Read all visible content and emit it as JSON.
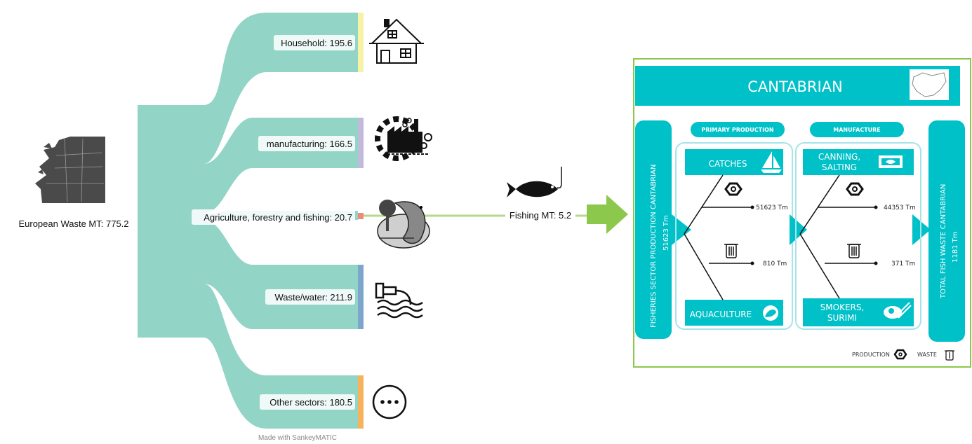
{
  "sankey": {
    "source": {
      "label": "European Waste MT: 775.2",
      "value": 775.2
    },
    "nodes": [
      {
        "label": "Household: 195.6",
        "value": 195.6,
        "color": "#f6f3a6",
        "icon": "house-icon"
      },
      {
        "label": "manufacturing: 166.5",
        "value": 166.5,
        "color": "#c2badb",
        "icon": "factory-gear-icon"
      },
      {
        "label": "Agriculture, forestry and fishing: 20.7",
        "value": 20.7,
        "color": "#ef8a7a",
        "icon": "tree-fish-icon"
      },
      {
        "label": "Waste/water: 211.9",
        "value": 211.9,
        "color": "#7ea6cc",
        "icon": "waste-water-pipe-icon"
      },
      {
        "label": "Other sectors: 180.5",
        "value": 180.5,
        "color": "#f7b35b",
        "icon": "ellipsis-circle-icon"
      }
    ],
    "fishing_flow": {
      "label": "Fishing MT: 5.2",
      "value": 5.2,
      "color": "#b3d98a"
    },
    "flow_color": "#92d4c6",
    "credit": "Made with SankeyMATIC"
  },
  "arrow_color": "#8cc84b",
  "panel": {
    "border_color": "#8cc84b",
    "accent_color": "#00c0c8",
    "title": "CANTABRIAN",
    "left_bar": {
      "title": "FISHERIES SECTOR PRODUCTION CANTABRIAN",
      "value": "51623 Tm"
    },
    "right_bar": {
      "title": "TOTAL FISH WASTE CANTABRIAN",
      "value": "1181 Tm"
    },
    "primary": {
      "header": "PRIMARY PRODUCTION",
      "top_box": "CATCHES",
      "bottom_box": "AQUACULTURE",
      "production_value": "51623 Tm",
      "waste_value": "810 Tm"
    },
    "manufacture": {
      "header": "MANUFACTURE",
      "top_box_line1": "CANNING,",
      "top_box_line2": "SALTING",
      "bottom_box_line1": "SMOKERS,",
      "bottom_box_line2": "SURIMI",
      "production_value": "44353 Tm",
      "waste_value": "371 Tm"
    },
    "legend": {
      "production": "PRODUCTION",
      "waste": "WASTE"
    }
  }
}
